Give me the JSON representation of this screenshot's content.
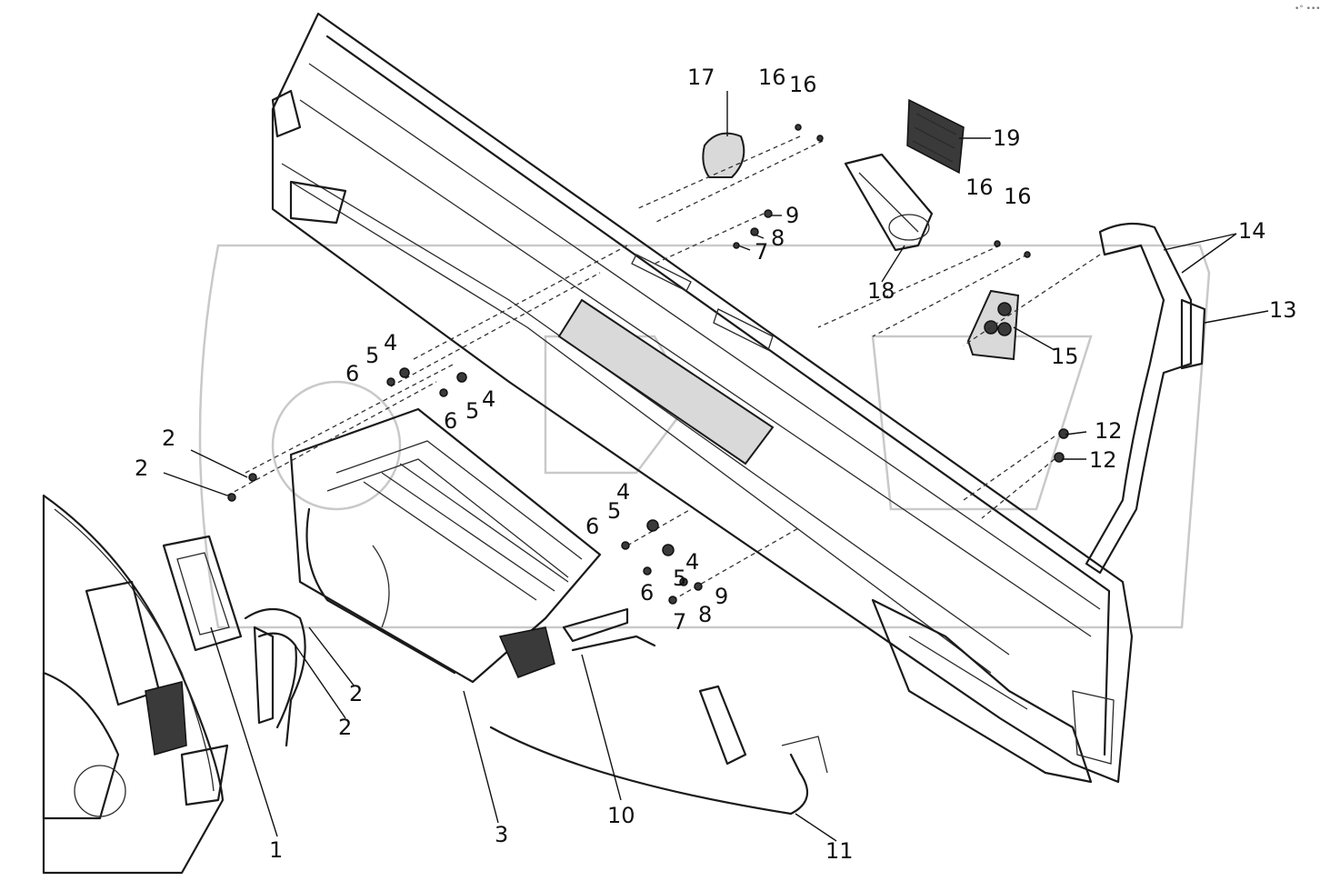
{
  "diagram": {
    "corner_mark": "•° •••",
    "callouts": [
      {
        "id": "c1",
        "label": "1"
      },
      {
        "id": "c2a",
        "label": "2"
      },
      {
        "id": "c2b",
        "label": "2"
      },
      {
        "id": "c2c",
        "label": "2"
      },
      {
        "id": "c2d",
        "label": "2"
      },
      {
        "id": "c3",
        "label": "3"
      },
      {
        "id": "c4a",
        "label": "4"
      },
      {
        "id": "c4b",
        "label": "4"
      },
      {
        "id": "c4c",
        "label": "4"
      },
      {
        "id": "c4d",
        "label": "4"
      },
      {
        "id": "c5a",
        "label": "5"
      },
      {
        "id": "c5b",
        "label": "5"
      },
      {
        "id": "c5c",
        "label": "5"
      },
      {
        "id": "c5d",
        "label": "5"
      },
      {
        "id": "c6a",
        "label": "6"
      },
      {
        "id": "c6b",
        "label": "6"
      },
      {
        "id": "c6c",
        "label": "6"
      },
      {
        "id": "c6d",
        "label": "6"
      },
      {
        "id": "c7a",
        "label": "7"
      },
      {
        "id": "c7b",
        "label": "7"
      },
      {
        "id": "c8a",
        "label": "8"
      },
      {
        "id": "c8b",
        "label": "8"
      },
      {
        "id": "c9a",
        "label": "9"
      },
      {
        "id": "c9b",
        "label": "9"
      },
      {
        "id": "c10",
        "label": "10"
      },
      {
        "id": "c11",
        "label": "11"
      },
      {
        "id": "c12a",
        "label": "12"
      },
      {
        "id": "c12b",
        "label": "12"
      },
      {
        "id": "c13",
        "label": "13"
      },
      {
        "id": "c14",
        "label": "14"
      },
      {
        "id": "c15",
        "label": "15"
      },
      {
        "id": "c16a",
        "label": "16"
      },
      {
        "id": "c16b",
        "label": "16"
      },
      {
        "id": "c16c",
        "label": "16"
      },
      {
        "id": "c16d",
        "label": "16"
      },
      {
        "id": "c17",
        "label": "17"
      },
      {
        "id": "c18",
        "label": "18"
      },
      {
        "id": "c19",
        "label": "19"
      }
    ]
  }
}
